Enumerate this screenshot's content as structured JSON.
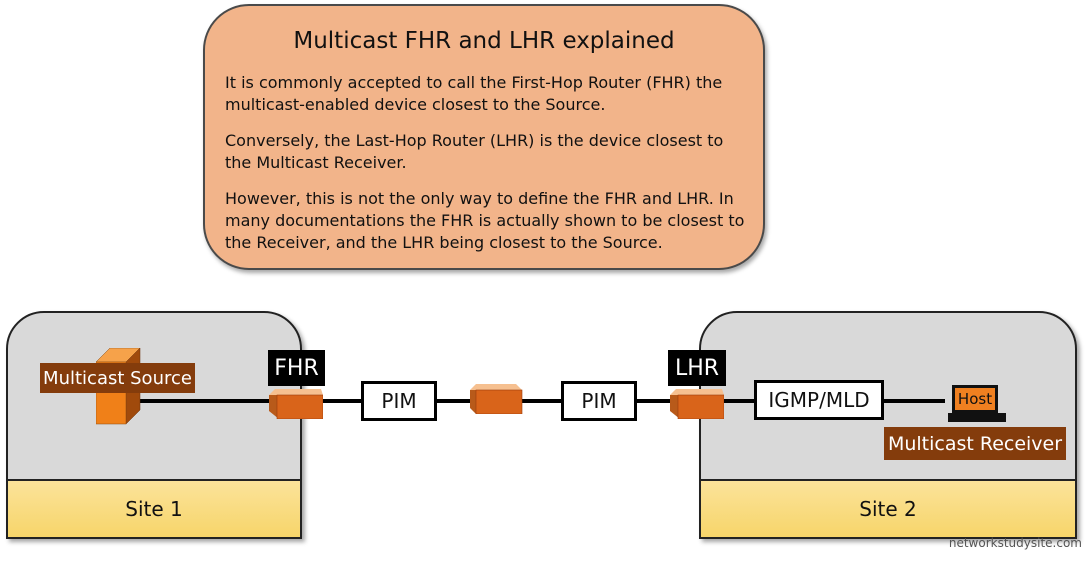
{
  "info_box": {
    "title": "Multicast FHR and LHR explained",
    "paragraphs": [
      "It is commonly accepted to call the First-Hop Router (FHR) the multicast-enabled device closest to the Source.",
      "Conversely, the Last-Hop Router (LHR) is the device closest to the Multicast Receiver.",
      "However, this is not the only way to define the FHR and LHR. In many documentations the FHR is actually shown to be closest to the Receiver, and the LHR being closest to the Source."
    ]
  },
  "sites": [
    {
      "label": "Site 1"
    },
    {
      "label": "Site 2"
    }
  ],
  "devices": {
    "source_label": "Multicast Source",
    "fhr_label": "FHR",
    "lhr_label": "LHR",
    "host_label": "Host",
    "receiver_label": "Multicast Receiver"
  },
  "protocols": {
    "pim_left": "PIM",
    "pim_right": "PIM",
    "igmp": "IGMP/MLD"
  },
  "colors": {
    "info_fill": "#f2b48a",
    "site_fill": "#d9d9d9",
    "site_band": "#f7d56a",
    "router_orange": "#d9641a",
    "label_brown": "#843c0c",
    "host_orange": "#f08020"
  },
  "watermark": "networkstudysite.com"
}
